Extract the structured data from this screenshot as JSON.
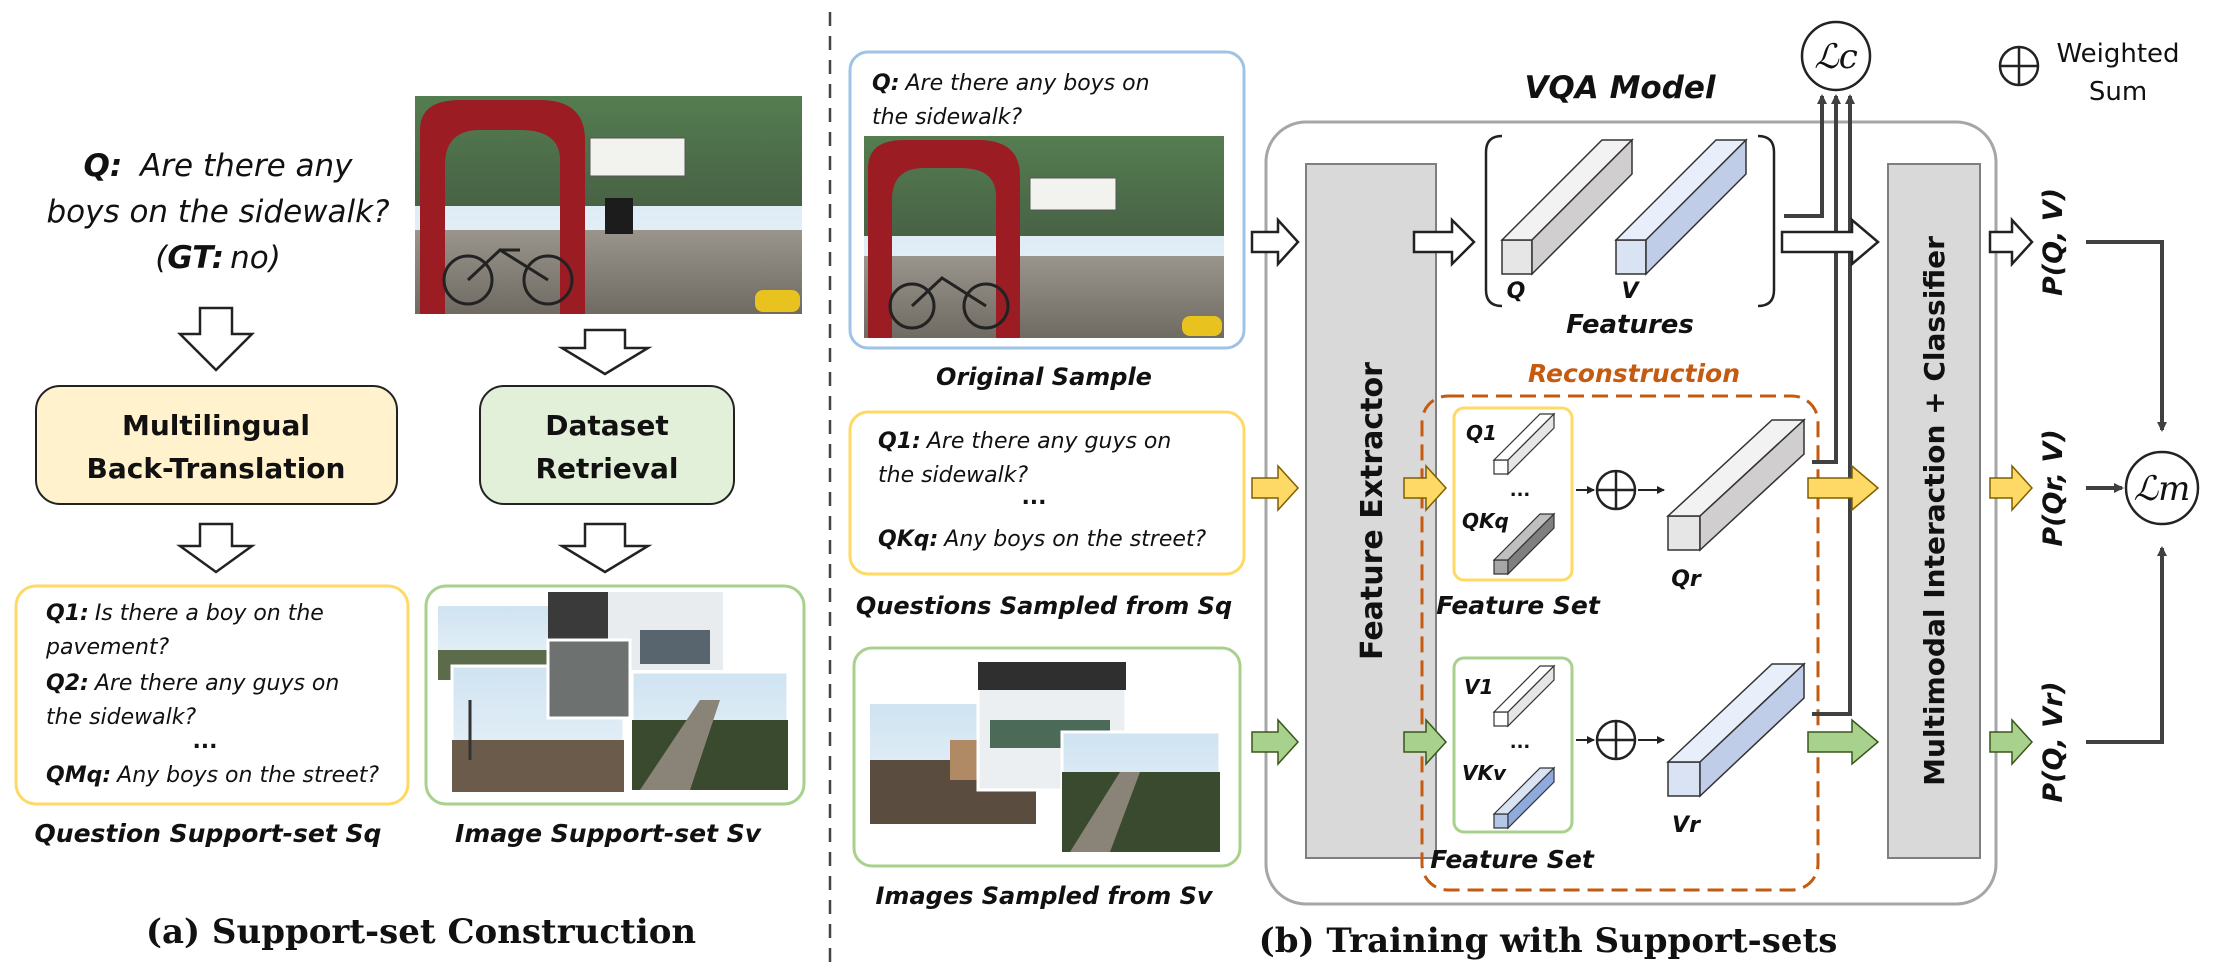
{
  "panel_a": {
    "question_line1_label": "Q:",
    "question_line1": "Are there any",
    "question_line2": "boys on the sidewalk?",
    "gt_label": "GT:",
    "gt_value": "no",
    "gt_open": "(",
    "gt_close": ")",
    "translation_box_line1": "Multilingual",
    "translation_box_line2": "Back-Translation",
    "retrieval_box_line1": "Dataset",
    "retrieval_box_line2": "Retrieval",
    "support_q": [
      {
        "label": "Q1:",
        "line1": "Is there a boy on the",
        "line2": "pavement?"
      },
      {
        "label": "Q2:",
        "line1": "Are there any guys on",
        "line2": "the sidewalk?"
      }
    ],
    "support_dots": "...",
    "support_last_label": "QMq:",
    "support_last_text": "Any boys on the street?",
    "question_set_caption": "Question Support-set Sq",
    "image_set_caption": "Image Support-set Sv",
    "title": "(a) Support-set Construction"
  },
  "panel_b": {
    "original_q_label": "Q:",
    "original_q_line1": "Are there any boys on",
    "original_q_line2": "the sidewalk?",
    "original_caption": "Original Sample",
    "sampled_q1_label": "Q1:",
    "sampled_q1_line1": "Are there any guys on",
    "sampled_q1_line2": "the sidewalk?",
    "sampled_dots": "...",
    "sampled_qk_label": "QKq:",
    "sampled_qk_text": "Any boys on the street?",
    "questions_caption": "Questions Sampled from Sq",
    "images_caption": "Images Sampled from Sv",
    "vqa_model_label": "VQA Model",
    "feature_extractor_label": "Feature Extractor",
    "classifier_label": "Multimodal Interaction + Classifier",
    "features_label": "Features",
    "feature_q_label": "Q",
    "feature_v_label": "V",
    "reconstruction_label": "Reconstruction",
    "feature_set_label": "Feature Set",
    "fs_q1_label": "Q1",
    "fs_qk_label": "QKq",
    "fs_v1_label": "V1",
    "fs_vk_label": "VKv",
    "fs_dots": "...",
    "qr_label": "Qr",
    "vr_label": "Vr",
    "p_qv": "P(Q, V)",
    "p_qrv": "P(Qr, V)",
    "p_qvr": "P(Q, Vr)",
    "loss_c": "ℒc",
    "loss_m": "ℒm",
    "legend_symbol": "⊕",
    "legend_line1": "Weighted",
    "legend_line2": "Sum",
    "title": "(b) Training with Support-sets"
  },
  "colors": {
    "yellow_fill": "#fff2cc",
    "yellow_border": "#ffd966",
    "green_fill": "#e2f0d9",
    "green_border": "#a9d18e",
    "blue_border": "#9dc3e6",
    "gray_block": "#d9d9d9",
    "orange_dashed": "#c55a11",
    "cube_gray": "#e7e6e6",
    "cube_blue": "#dae3f3",
    "arrow_yellow": "#ffd966",
    "arrow_green": "#a9d18e",
    "dark_line": "#404040"
  }
}
